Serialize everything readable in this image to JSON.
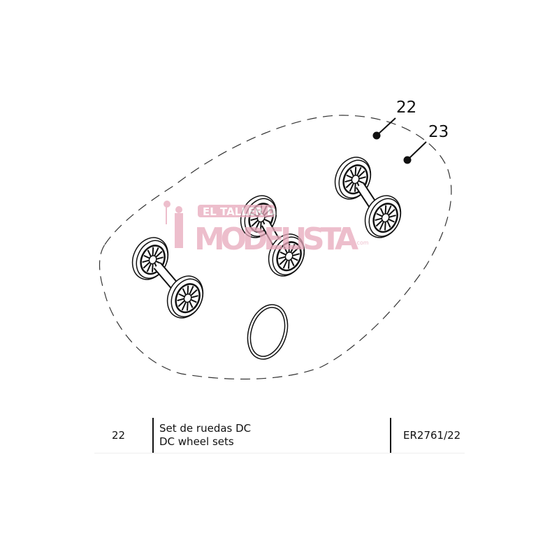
{
  "diagram": {
    "callouts": [
      {
        "label": "22"
      },
      {
        "label": "23"
      }
    ],
    "watermark": {
      "text_top": "EL TALLER DEL",
      "text_main": "MODELISTA",
      "text_suffix": ".com",
      "color": "#e8a9bc"
    }
  },
  "parts_table": {
    "rows": [
      {
        "number": "22",
        "description_es": "Set de ruedas DC",
        "description_en": "DC wheel sets",
        "reference": "ER2761/22"
      }
    ]
  }
}
